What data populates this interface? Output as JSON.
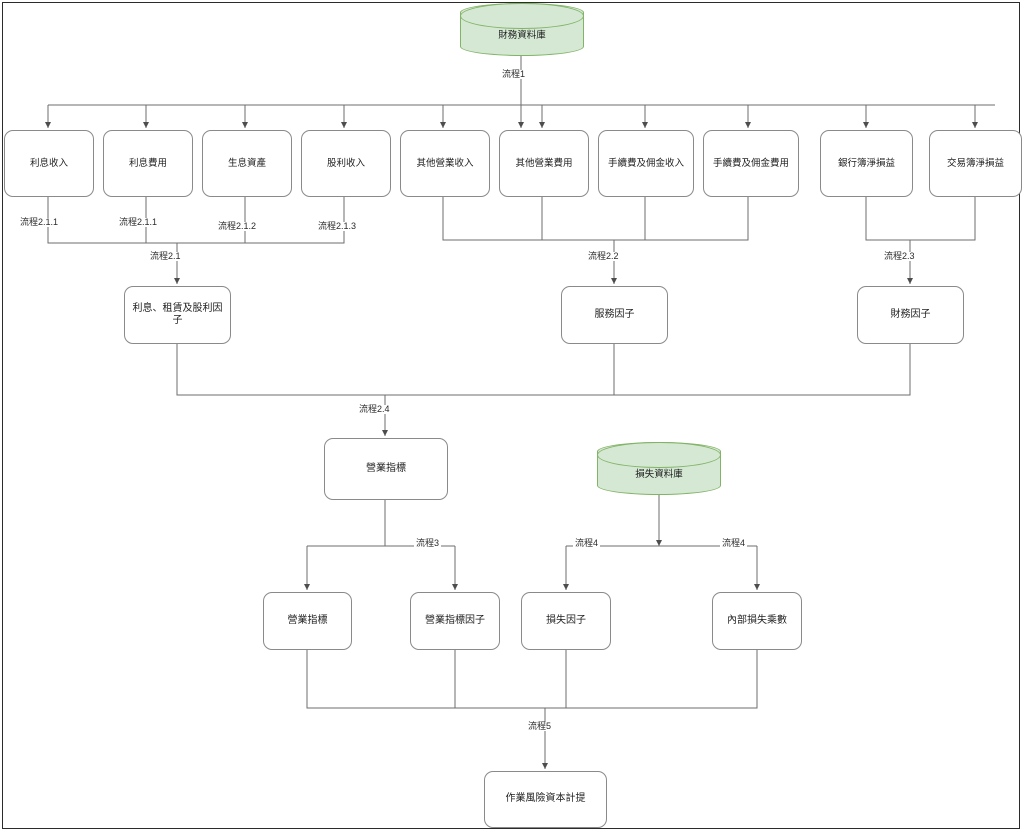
{
  "diagram": {
    "title_shown": false,
    "colors": {
      "node_border": "#8a8a8a",
      "node_fill": "#ffffff",
      "db_fill": "#d5e8d4",
      "db_border": "#82b366",
      "edge": "#6e6e6e",
      "frame": "#2b2b2b",
      "text": "#1f1f1f"
    }
  },
  "databases": [
    {
      "id": "fin-db",
      "label": "財務資料庫"
    },
    {
      "id": "loss-db",
      "label": "損失資料庫"
    }
  ],
  "level1_nodes": [
    {
      "id": "n1",
      "label": "利息收入"
    },
    {
      "id": "n2",
      "label": "利息費用"
    },
    {
      "id": "n3",
      "label": "生息資產"
    },
    {
      "id": "n4",
      "label": "股利收入"
    },
    {
      "id": "n5",
      "label": "其他營業收入"
    },
    {
      "id": "n6",
      "label": "其他營業費用"
    },
    {
      "id": "n7",
      "label": "手續費及佣金收入"
    },
    {
      "id": "n8",
      "label": "手續費及佣金費用"
    },
    {
      "id": "n9",
      "label": "銀行簿淨損益"
    },
    {
      "id": "n10",
      "label": "交易簿淨損益"
    }
  ],
  "level2_nodes": [
    {
      "id": "f1",
      "label": "利息、租賃及股利因子"
    },
    {
      "id": "f2",
      "label": "服務因子"
    },
    {
      "id": "f3",
      "label": "財務因子"
    }
  ],
  "level3_nodes": [
    {
      "id": "bi",
      "label": "營業指標"
    }
  ],
  "level4_nodes": [
    {
      "id": "b1",
      "label": "營業指標"
    },
    {
      "id": "b2",
      "label": "營業指標因子"
    },
    {
      "id": "b3",
      "label": "損失因子"
    },
    {
      "id": "b4",
      "label": "內部損失乘數"
    }
  ],
  "final_node": {
    "id": "final",
    "label": "作業風險資本計提"
  },
  "edge_labels": {
    "p1": "流程1",
    "p211a": "流程2.1.1",
    "p211b": "流程2.1.1",
    "p212": "流程2.1.2",
    "p213": "流程2.1.3",
    "p21": "流程2.1",
    "p22": "流程2.2",
    "p23": "流程2.3",
    "p24": "流程2.4",
    "p3": "流程3",
    "p4a": "流程4",
    "p4b": "流程4",
    "p5": "流程5"
  }
}
